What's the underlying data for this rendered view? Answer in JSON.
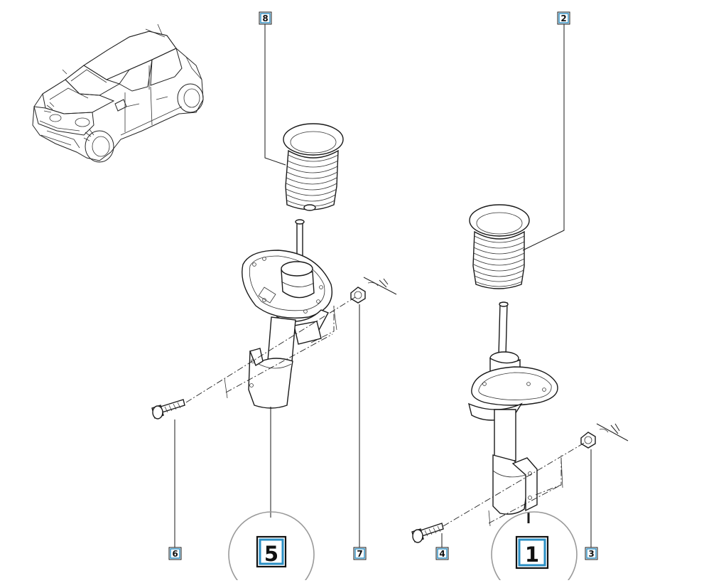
{
  "callouts": {
    "c1": "1",
    "c2": "2",
    "c3": "3",
    "c4": "4",
    "c5": "5",
    "c6": "6",
    "c7": "7",
    "c8": "8"
  },
  "colors": {
    "callout_border": "#2a8fc4",
    "line": "#1a1a1a",
    "circle": "#9a9a9a"
  }
}
